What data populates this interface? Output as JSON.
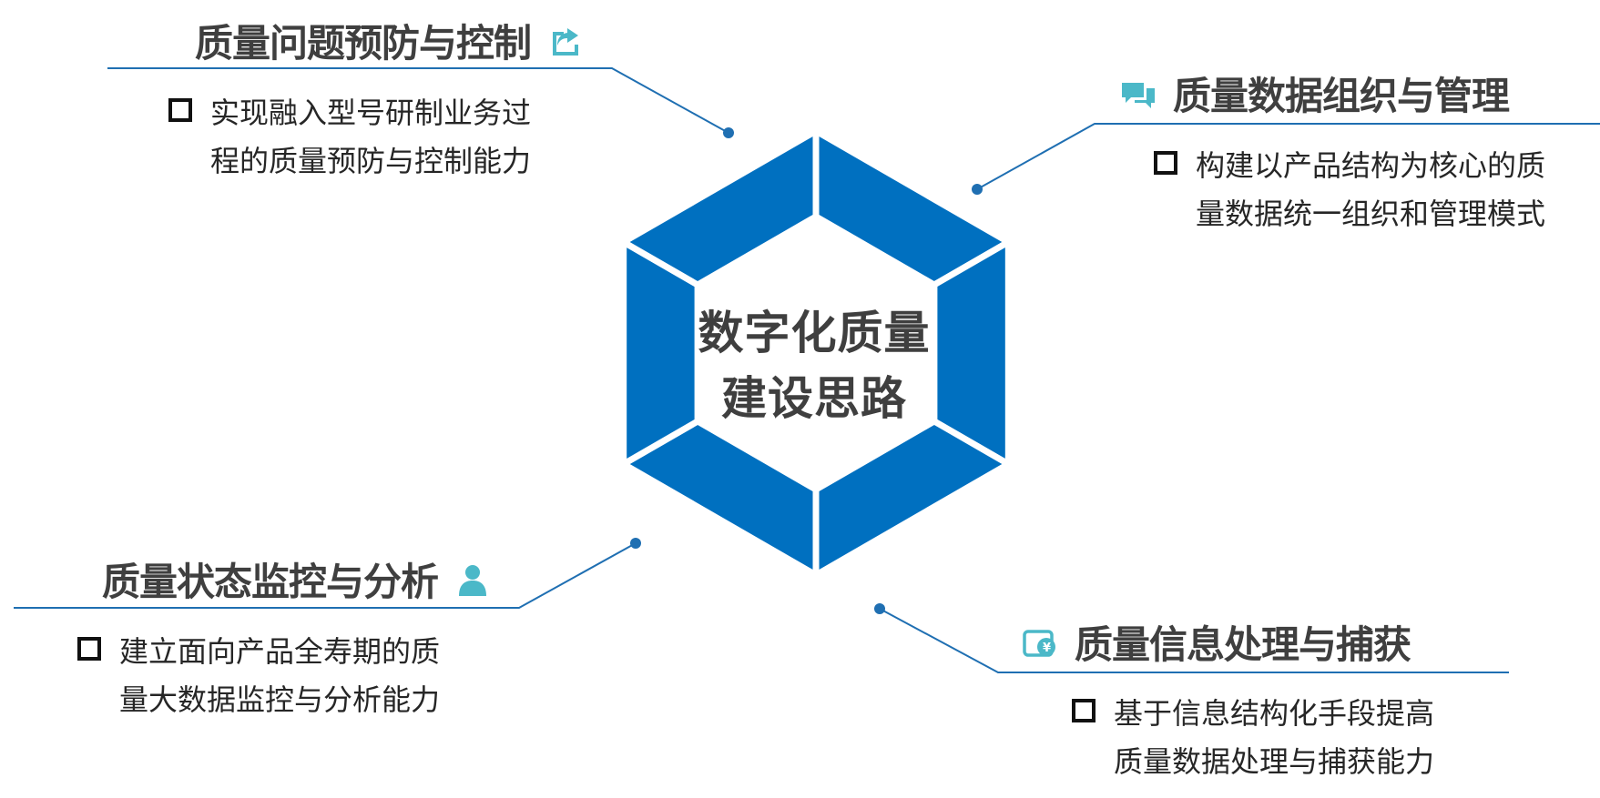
{
  "center": {
    "line1": "数字化质量",
    "line2": "建设思路",
    "color": "#0070C0"
  },
  "accent_icon_color": "#4BB8C8",
  "connector_color": "#1F6FB2",
  "items": [
    {
      "title": "质量问题预防与控制",
      "icon": "share-icon",
      "line1": "实现融入型号研制业务过",
      "line2": "程的质量预防与控制能力"
    },
    {
      "title": "质量数据组织与管理",
      "icon": "chat-icon",
      "line1": "构建以产品结构为核心的质",
      "line2": "量数据统一组织和管理模式"
    },
    {
      "title": "质量状态监控与分析",
      "icon": "user-icon",
      "line1": "建立面向产品全寿期的质",
      "line2": "量大数据监控与分析能力"
    },
    {
      "title": "质量信息处理与捕获",
      "icon": "wallet-icon",
      "line1": "基于信息结构化手段提高",
      "line2": "质量数据处理与捕获能力"
    }
  ]
}
